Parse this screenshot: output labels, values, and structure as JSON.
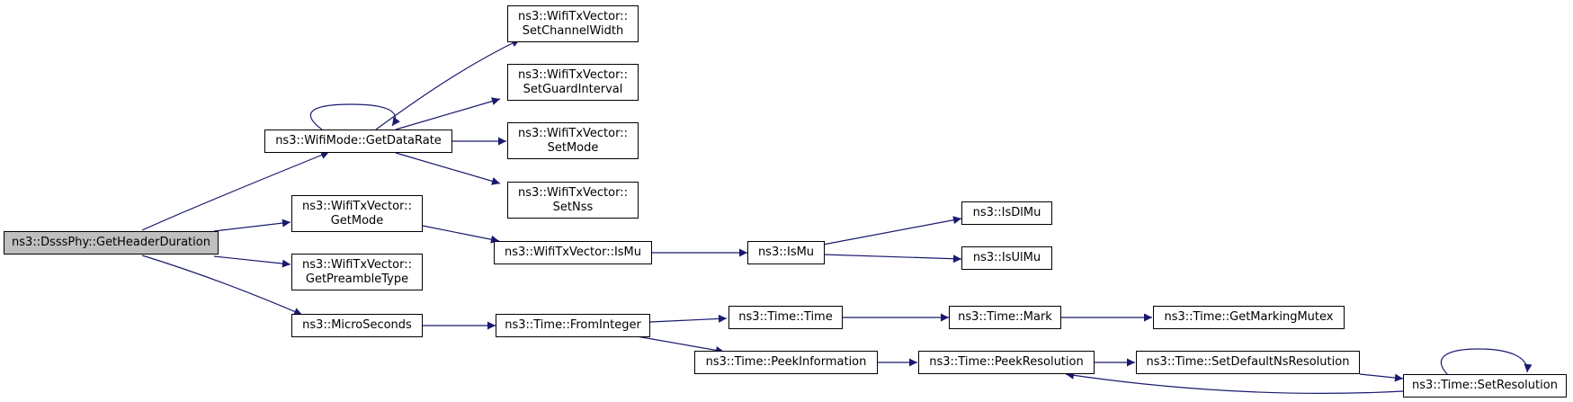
{
  "nodes": {
    "root": "ns3::DsssPhy::GetHeaderDuration",
    "getDataRate": "ns3::WifiMode::GetDataRate",
    "setChannelWidth": "ns3::WifiTxVector::\nSetChannelWidth",
    "setGuardInterval": "ns3::WifiTxVector::\nSetGuardInterval",
    "setMode": "ns3::WifiTxVector::\nSetMode",
    "setNss": "ns3::WifiTxVector::\nSetNss",
    "getMode": "ns3::WifiTxVector::\nGetMode",
    "getPreambleType": "ns3::WifiTxVector::\nGetPreambleType",
    "microSeconds": "ns3::MicroSeconds",
    "wifiIsMu": "ns3::WifiTxVector::IsMu",
    "isMu": "ns3::IsMu",
    "isDlMu": "ns3::IsDlMu",
    "isUlMu": "ns3::IsUlMu",
    "fromInteger": "ns3::Time::FromInteger",
    "timeTime": "ns3::Time::Time",
    "mark": "ns3::Time::Mark",
    "getMarkingMutex": "ns3::Time::GetMarkingMutex",
    "peekInformation": "ns3::Time::PeekInformation",
    "peekResolution": "ns3::Time::PeekResolution",
    "setDefaultNsResolution": "ns3::Time::SetDefaultNsResolution",
    "setResolution": "ns3::Time::SetResolution"
  },
  "edge_color": "#191970"
}
